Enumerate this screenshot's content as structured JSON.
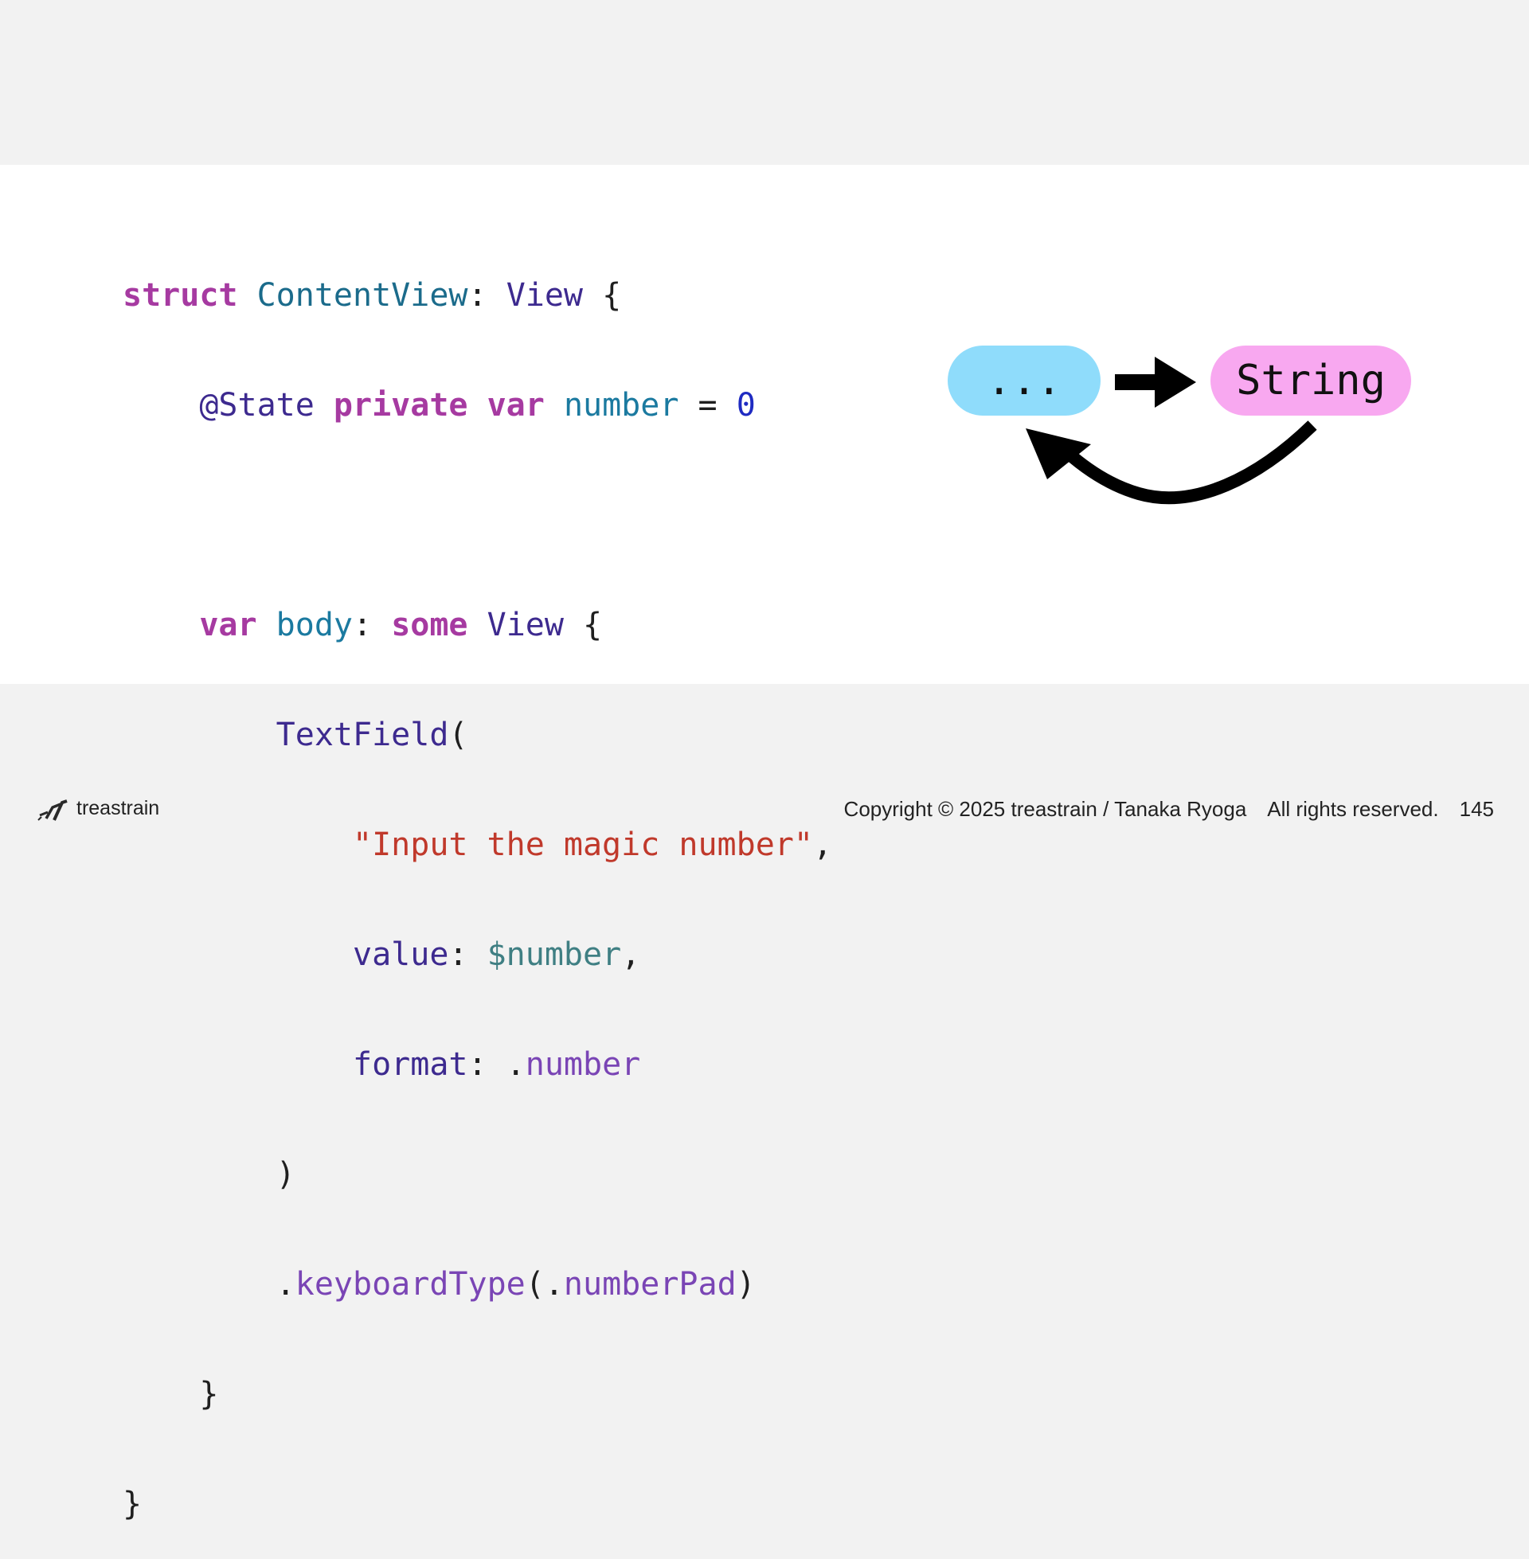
{
  "code": {
    "line1": {
      "kw": "struct",
      "name": "ContentView",
      "colon": ":",
      "proto": "View",
      "brace": "{"
    },
    "line2": {
      "indent": "    ",
      "attr": "@State",
      "kw1": "private",
      "kw2": "var",
      "name": "number",
      "eq": "=",
      "value": "0"
    },
    "line4": {
      "indent": "    ",
      "kw": "var",
      "name": "body",
      "colon": ":",
      "kw2": "some",
      "proto": "View",
      "brace": "{"
    },
    "line5": {
      "indent": "        ",
      "ctor": "TextField",
      "paren": "("
    },
    "line6": {
      "indent": "            ",
      "str": "\"Input the magic number\"",
      "comma": ","
    },
    "line7": {
      "indent": "            ",
      "label": "value",
      "colon": ":",
      "binding": "$number",
      "comma": ","
    },
    "line8": {
      "indent": "            ",
      "label": "format",
      "colon": ":",
      "dot": ".",
      "member": "number"
    },
    "line9": {
      "indent": "        ",
      "paren": ")"
    },
    "line10": {
      "indent": "        ",
      "dot": ".",
      "method": "keyboardType",
      "open": "(",
      "dot2": ".",
      "arg": "numberPad",
      "close": ")"
    },
    "line11": {
      "indent": "    ",
      "brace": "}"
    },
    "line12": {
      "brace": "}"
    }
  },
  "diagram": {
    "left_pill": "...",
    "right_pill": "String",
    "left_color": "#8fdcfb",
    "right_color": "#f8a8f0"
  },
  "footer": {
    "brand": "treastrain",
    "copyright": "Copyright © 2025 treastrain / Tanaka Ryoga",
    "rights": "All rights reserved.",
    "page": "145"
  }
}
